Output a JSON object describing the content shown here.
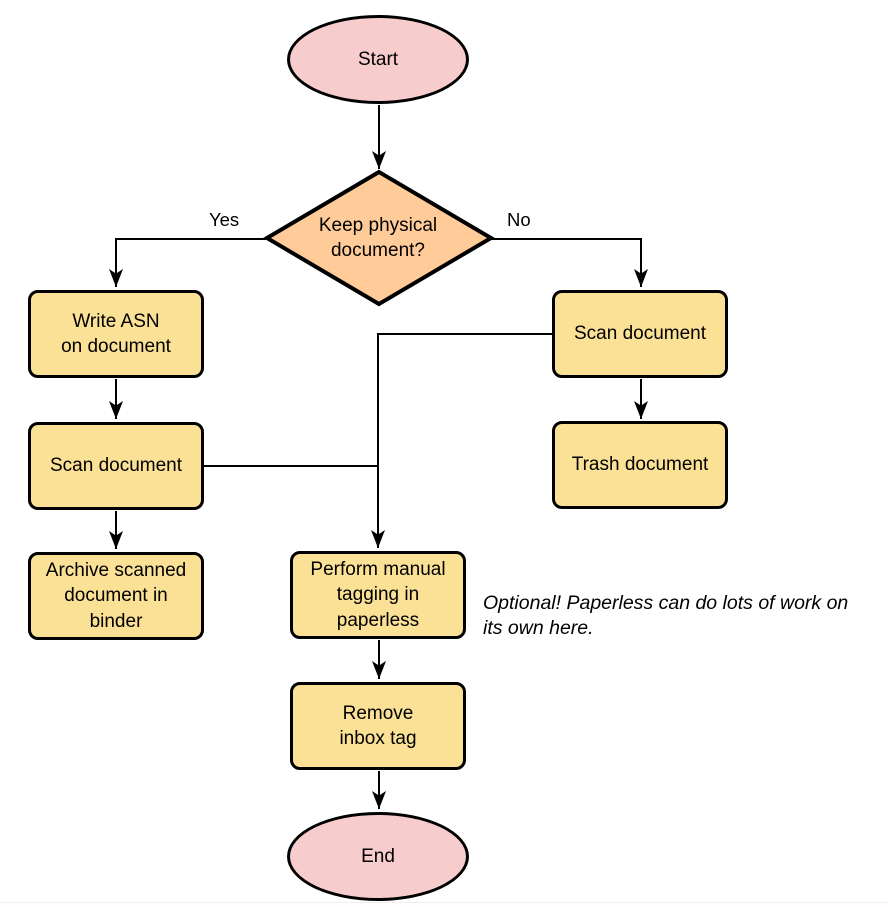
{
  "colors": {
    "terminal_fill": "#f7cccd",
    "decision_fill": "#ffcc99",
    "process_fill": "#fbe196",
    "stroke": "#000000"
  },
  "nodes": {
    "start": {
      "label": "Start",
      "type": "terminal"
    },
    "decision": {
      "label": "Keep physical\ndocument?",
      "type": "decision"
    },
    "write_asn": {
      "label": "Write ASN\non document",
      "type": "process"
    },
    "scan_left": {
      "label": "Scan document",
      "type": "process"
    },
    "archive": {
      "label": "Archive scanned\ndocument in\nbinder",
      "type": "process"
    },
    "scan_right": {
      "label": "Scan document",
      "type": "process"
    },
    "trash": {
      "label": "Trash document",
      "type": "process"
    },
    "tagging": {
      "label": "Perform manual\ntagging in\npaperless",
      "type": "process"
    },
    "remove_inbox": {
      "label": "Remove\ninbox tag",
      "type": "process"
    },
    "end": {
      "label": "End",
      "type": "terminal"
    }
  },
  "edge_labels": {
    "yes": "Yes",
    "no": "No"
  },
  "annotation": "Optional! Paperless can do lots of work on\nits own here."
}
